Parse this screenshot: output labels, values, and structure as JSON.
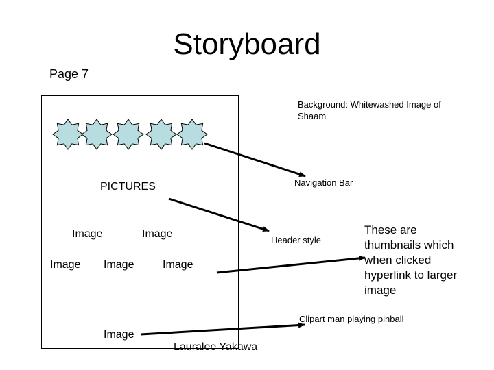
{
  "title": "Storyboard",
  "page_label": "Page 7",
  "notes": {
    "background": "Background: Whitewashed Image of Shaam",
    "navigation": "Navigation Bar",
    "header_style": "Header style",
    "thumbnails": "These are thumbnails which when clicked hyperlink to larger image",
    "clipart": "Clipart man playing pinball"
  },
  "page_content": {
    "header": "PICTURES",
    "images": [
      "Image",
      "Image",
      "Image",
      "Image",
      "Image",
      "Image"
    ]
  },
  "author": "Lauralee Yakawa",
  "colors": {
    "nav_star_fill": "#b7dde0",
    "nav_star_stroke": "#000000",
    "arrow": "#000000"
  },
  "nav_icons": [
    "star-icon",
    "star-icon",
    "star-icon",
    "star-icon",
    "star-icon"
  ]
}
